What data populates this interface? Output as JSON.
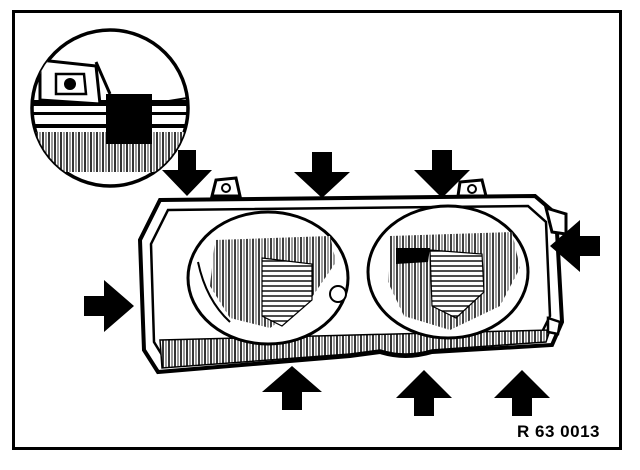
{
  "figure": {
    "reference_code": "R 63 0013"
  },
  "colors": {
    "ink": "#000000",
    "paper": "#ffffff"
  },
  "icons": {
    "arrow": "solid-block-arrow",
    "inset": "circular-detail-magnifier"
  }
}
